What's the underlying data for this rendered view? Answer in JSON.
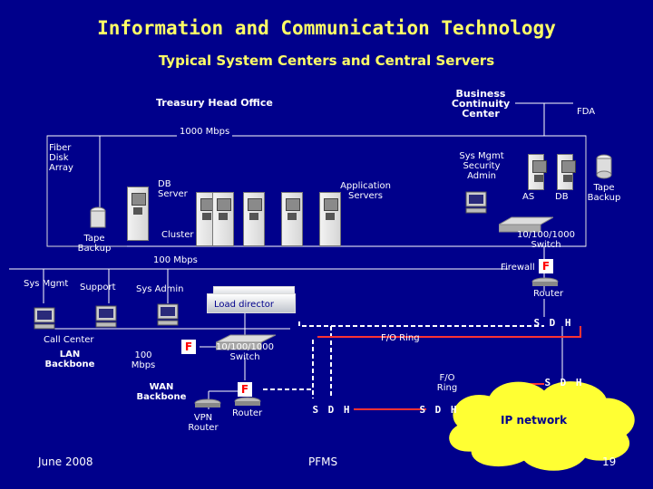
{
  "title": "Information and Communication Technology",
  "subtitle": "Typical System Centers and Central Servers",
  "labels": {
    "treasury": "Treasury Head Office",
    "bcc": [
      "Business",
      "Continuity",
      "Center"
    ],
    "fda": "FDA",
    "mbps1000": "1000 Mbps",
    "fiber": [
      "Fiber",
      "Disk",
      "Array"
    ],
    "db_server": [
      "DB",
      "Server"
    ],
    "app_servers": [
      "Application",
      "Servers"
    ],
    "sysmgmt_admin": [
      "Sys Mgmt",
      "Security",
      "Admin"
    ],
    "as": "AS",
    "db": "DB",
    "tape_backup_right": [
      "Tape",
      "Backup"
    ],
    "tape_backup_left": [
      "Tape",
      "Backup"
    ],
    "cluster": "Cluster",
    "switch_top": [
      "10/100/1000",
      "Switch"
    ],
    "mbps100": "100 Mbps",
    "firewall": "Firewall",
    "fw_letter": "F",
    "sys_mgmt": "Sys Mgmt",
    "support": "Support",
    "sys_admin": "Sys Admin",
    "router_right": "Router",
    "load_director": "Load director",
    "sdh": "S D H",
    "fo_ring_top": "F/O Ring",
    "call_center": "Call Center",
    "lan_backbone": [
      "LAN",
      "Backbone"
    ],
    "mbps100_b": [
      "100",
      "Mbps"
    ],
    "switch_mid": [
      "10/100/1000",
      "Switch"
    ],
    "wan_backbone": [
      "WAN",
      "Backbone"
    ],
    "fo_ring_right": [
      "F/O",
      "Ring"
    ],
    "vpn_router": [
      "VPN",
      "Router"
    ],
    "router_mid": "Router",
    "ip_network": "IP network"
  },
  "footer": {
    "date": "June 2008",
    "center": "PFMS",
    "page": "19"
  },
  "colors": {
    "background": "#00008b",
    "title": "#ffff66",
    "ring": "#ff3333",
    "cloud": "#ffff33",
    "firewall_letter": "#ff0000"
  }
}
